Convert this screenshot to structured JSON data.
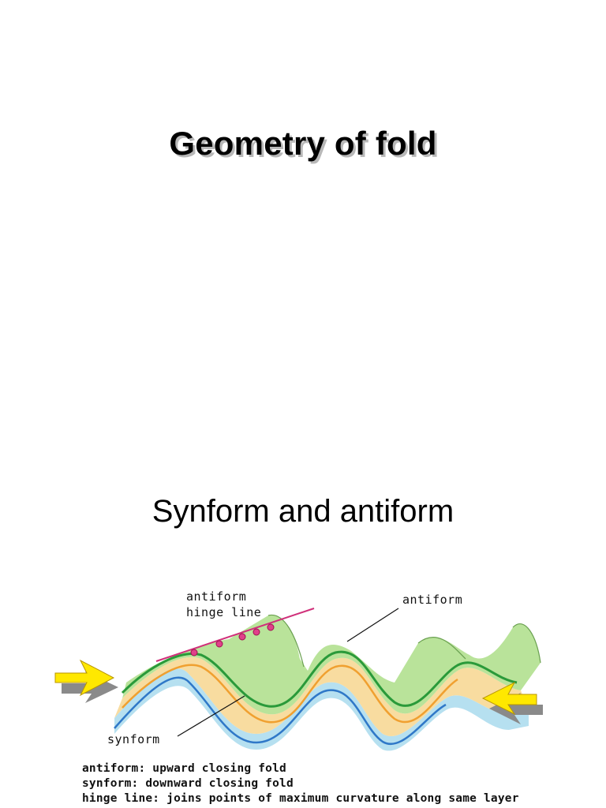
{
  "slide1": {
    "title": "Geometry of fold"
  },
  "slide2": {
    "title": "Synform and antiform",
    "diagram": {
      "label_antiform_hinge_1": "antiform",
      "label_antiform_hinge_2": "hinge line",
      "label_antiform": "antiform",
      "label_synform": "synform"
    },
    "definitions": [
      "antiform: upward closing fold",
      "synform: downward closing fold",
      "hinge line: joins points of maximum curvature along same layer"
    ]
  },
  "colors": {
    "green_layer": "#b9e39a",
    "green_edge": "#2a9a3a",
    "orange_layer": "#f8dca0",
    "orange_edge": "#f0a030",
    "blue_layer": "#b6e0f0",
    "blue_edge": "#2f78c8",
    "arrow_fill": "#ffe800",
    "hinge_line": "#d0307a"
  },
  "icons": [
    "compression-arrow-left-icon",
    "compression-arrow-right-icon"
  ]
}
